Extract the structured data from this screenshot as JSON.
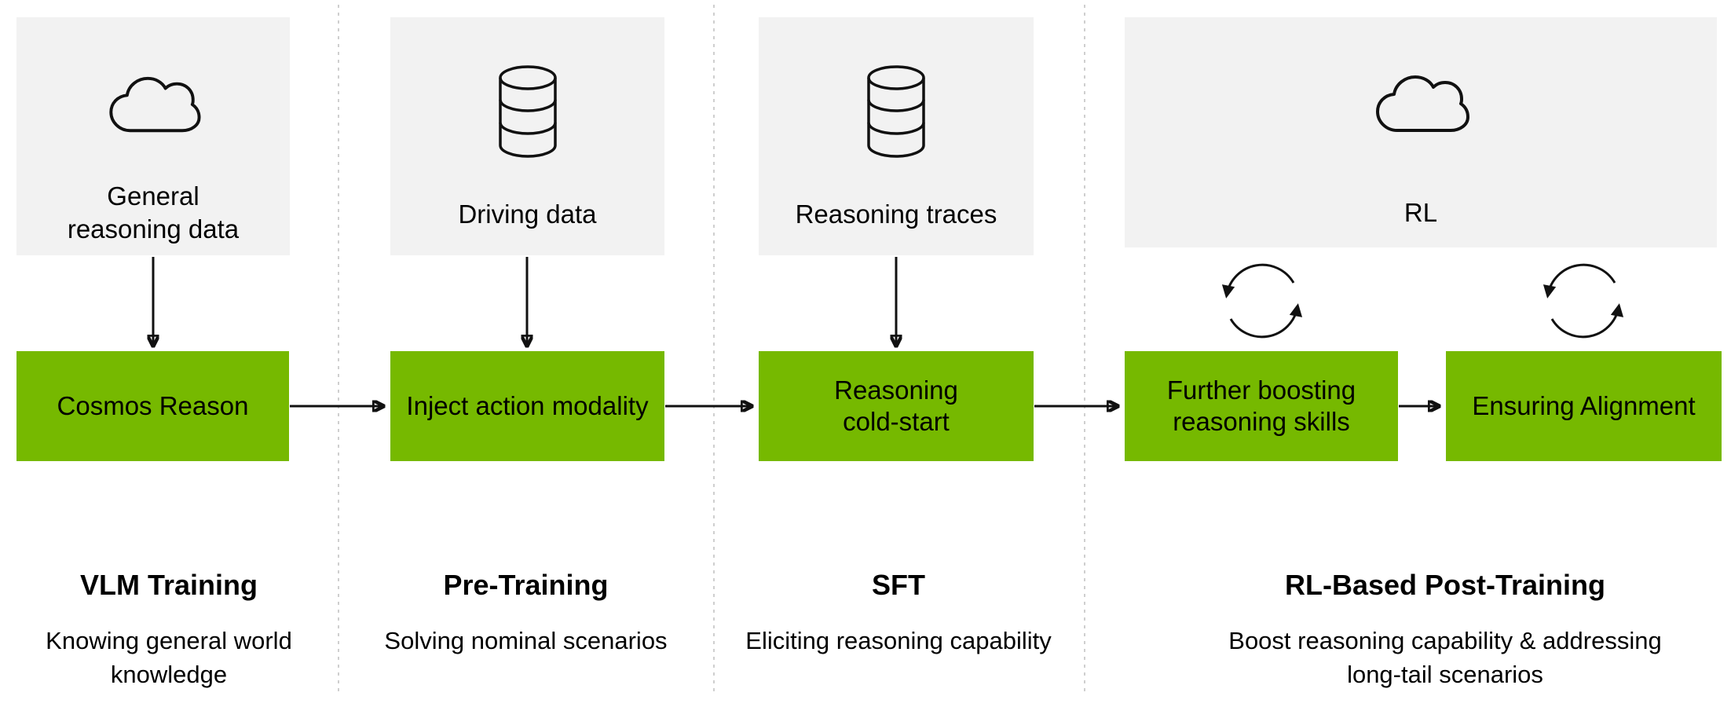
{
  "diagram": {
    "columns": [
      {
        "icon": "cloud",
        "source_label": "General\nreasoning data",
        "stage_label": "Cosmos Reason",
        "title": "VLM Training",
        "subtitle": "Knowing general world\nknowledge"
      },
      {
        "icon": "database",
        "source_label": "Driving data",
        "stage_label": "Inject action modality",
        "title": "Pre-Training",
        "subtitle": "Solving nominal scenarios"
      },
      {
        "icon": "database",
        "source_label": "Reasoning traces",
        "stage_label": "Reasoning\ncold-start",
        "title": "SFT",
        "subtitle": "Eliciting reasoning capability"
      },
      {
        "icon": "cloud",
        "source_label": "RL",
        "stages": [
          "Further boosting\nreasoning skills",
          "Ensuring Alignment"
        ],
        "title": "RL-Based Post-Training",
        "subtitle": "Boost reasoning capability & addressing\nlong-tail scenarios"
      }
    ],
    "colors": {
      "stage_green": "#76B900",
      "panel_gray": "#F2F2F2",
      "separator_gray": "#CFCFCF",
      "line_black": "#111111"
    }
  }
}
